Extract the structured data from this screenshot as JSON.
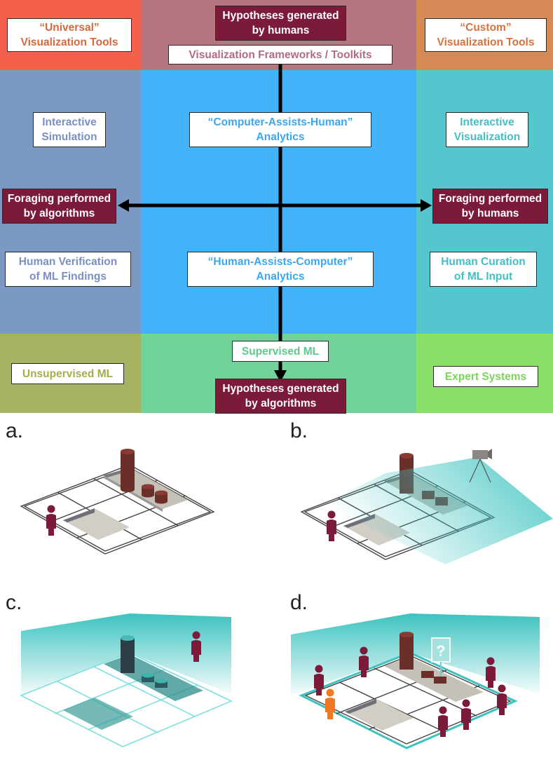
{
  "colors": {
    "top_left": "#f3604b",
    "top_middle": "#b57682",
    "top_right": "#d68a55",
    "mid_left": "#7b99c2",
    "mid_middle": "#42b3fb",
    "mid_right": "#55c6cd",
    "bot_left": "#a8b361",
    "bot_middle": "#71d39a",
    "bot_right": "#8be06a",
    "dark_box": "#7c1a3a",
    "teal": "#3cc3c0"
  },
  "top": {
    "universal": "“Universal”\nVisualization Tools",
    "hypotheses_humans": "Hypotheses generated\nby humans",
    "frameworks": "Visualization Frameworks / Toolkits",
    "custom": "“Custom”\nVisualization Tools"
  },
  "middle": {
    "interactive_simulation": "Interactive\nSimulation",
    "computer_assists": "“Computer-Assists-Human”\nAnalytics",
    "interactive_visualization": "Interactive\nVisualization",
    "foraging_algorithms": "Foraging performed\nby algorithms",
    "foraging_humans": "Foraging performed\nby humans",
    "human_verification": "Human Verification\nof ML Findings",
    "human_assists": "“Human-Assists-Computer”\nAnalytics",
    "human_curation": "Human Curation\nof ML Input"
  },
  "bottom": {
    "unsupervised": "Unsupervised ML",
    "supervised": "Supervised ML",
    "hypotheses_algorithms": "Hypotheses generated\nby algorithms",
    "expert": "Expert Systems"
  },
  "panels": {
    "a": "a.",
    "b": "b.",
    "c": "c.",
    "d": "d.",
    "question_mark": "?"
  }
}
